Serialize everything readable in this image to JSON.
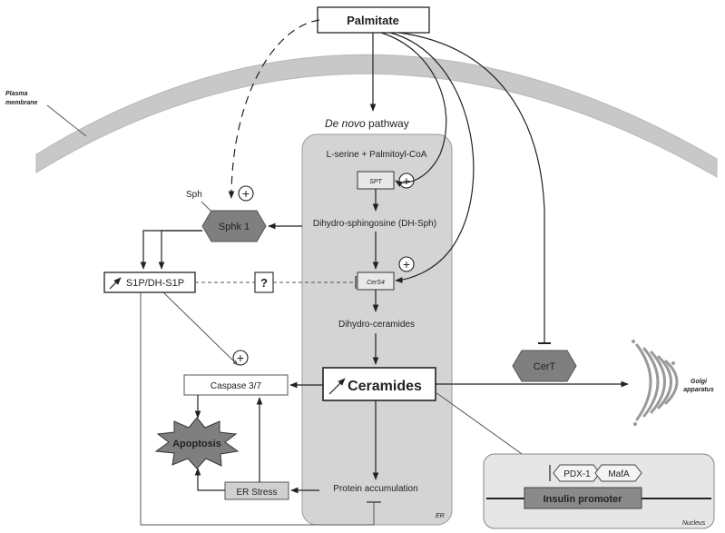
{
  "diagram": {
    "palmitate": "Palmitate",
    "plasma_membrane_line1": "Plasma",
    "plasma_membrane_line2": "membrane",
    "de_novo_italic": "De novo",
    "de_novo_rest": " pathway",
    "serine": "L-serine + Palmitoyl-CoA",
    "spt": "SPT",
    "dhsph": "Dihydro-sphingosine (DH-Sph)",
    "cers4": "CerS4",
    "dihydroceramides": "Dihydro-ceramides",
    "ceramides": "Ceramides",
    "protein_accumulation": "Protein accumulation",
    "er": "ER",
    "sph": "Sph",
    "sphk1": "Sphk 1",
    "s1p": "S1P/DH-S1P",
    "question": "?",
    "caspase": "Caspase 3/7",
    "apoptosis": "Apoptosis",
    "er_stress": "ER Stress",
    "cert": "CerT",
    "golgi_line1": "Golgi",
    "golgi_line2": "apparatus",
    "pdx1": "PDX-1",
    "mafa": "MafA",
    "insulin_promoter": "Insulin promoter",
    "nucleus": "Nucleus",
    "plus": "+"
  },
  "colors": {
    "er_fill": "#d4d4d4",
    "membrane": "#c8c8c8",
    "hexagon": "#7f7f7f",
    "nucleus_fill": "#e6e6e6",
    "promoter": "#8a8a8a"
  }
}
